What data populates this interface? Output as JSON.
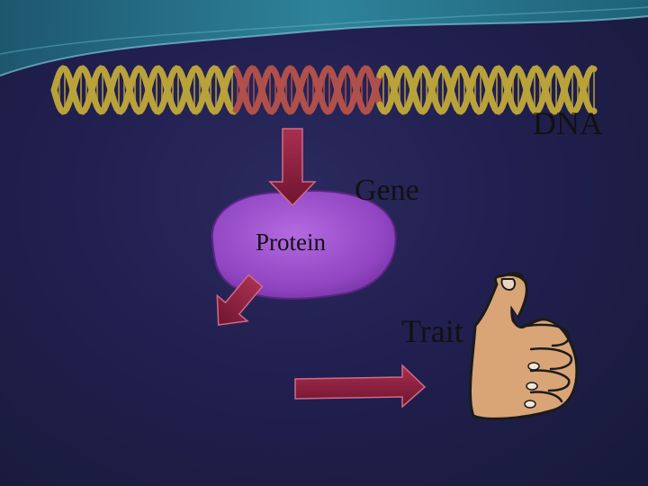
{
  "labels": {
    "dna": "DNA",
    "gene": "Gene",
    "protein": "Protein",
    "trait": "Trait"
  },
  "colors": {
    "background": "#211f4f",
    "swoosh": "#2a7d8f",
    "dna_gold": "#b9a23a",
    "dna_red": "#b0504a",
    "arrow": "#8a1e3a",
    "protein_fill": "#9a4fc8",
    "skin": "#d9a577"
  },
  "icons": {
    "dna_helix": "dna-helix-icon",
    "thumbs_up": "thumbs-up-icon"
  }
}
